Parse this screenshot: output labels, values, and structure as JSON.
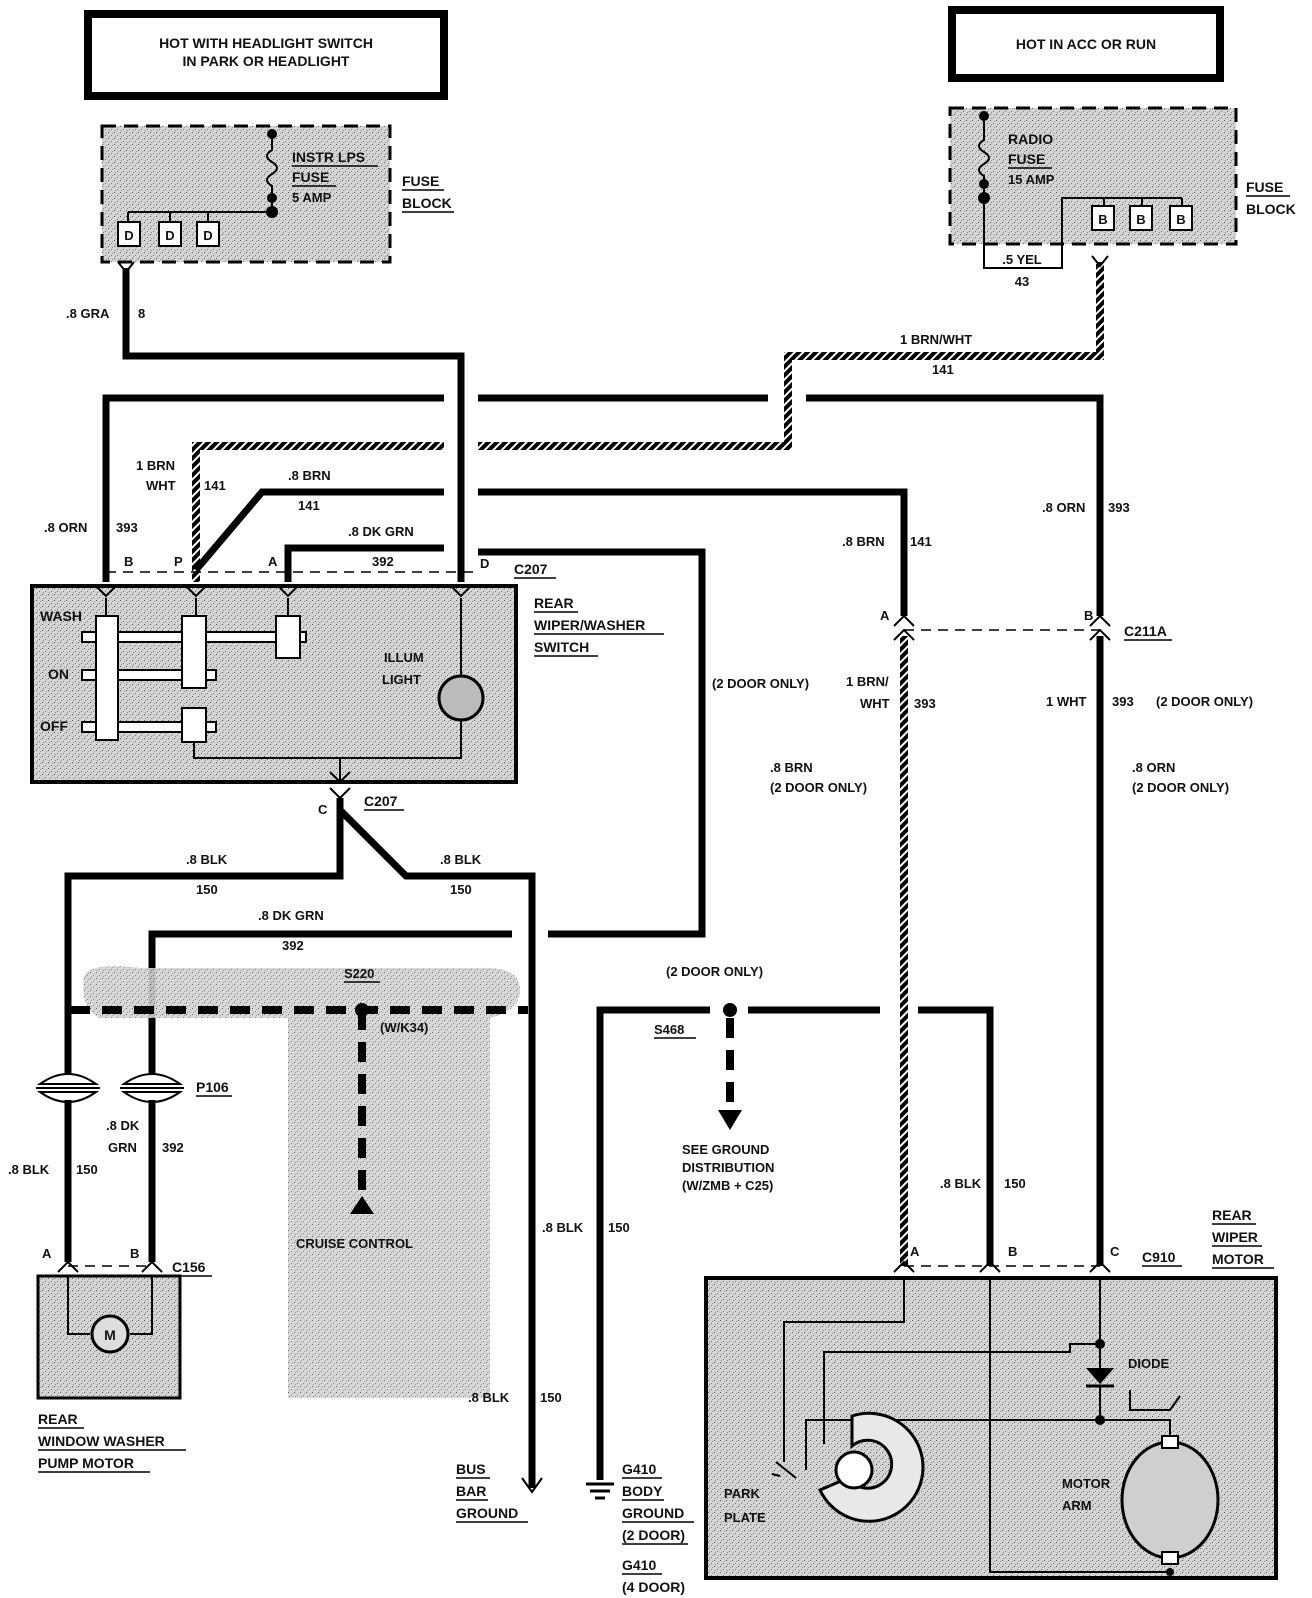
{
  "header_boxes": {
    "left_line1": "HOT WITH HEADLIGHT SWITCH",
    "left_line2": "IN PARK OR HEADLIGHT",
    "right": "HOT IN ACC OR RUN"
  },
  "fuse_block_left": {
    "fuse_line1": "INSTR LPS",
    "fuse_line2": "FUSE",
    "fuse_line3": "5 AMP",
    "block_line1": "FUSE",
    "block_line2": "BLOCK",
    "terminals": [
      "D",
      "D",
      "D"
    ]
  },
  "fuse_block_right": {
    "fuse_line1": "RADIO",
    "fuse_line2": "FUSE",
    "fuse_line3": "15 AMP",
    "block_line1": "FUSE",
    "block_line2": "BLOCK",
    "terminals": [
      "B",
      "B",
      "B"
    ],
    "yel_wire": ".5 YEL",
    "yel_circuit": "43"
  },
  "wires": {
    "gra": ".8 GRA",
    "gra_circuit": "8",
    "brn_wht_top": "1 BRN/WHT",
    "brn_wht_top_circuit": "141",
    "brn_wht_left1": "1 BRN",
    "brn_wht_left2": "WHT",
    "brn_wht_left_circuit": "141",
    "brn_mid": ".8 BRN",
    "brn_mid_circuit": "141",
    "orn_left": ".8 ORN",
    "orn_left_circuit": "393",
    "dkgrn_top": ".8 DK GRN",
    "dkgrn_top_circuit": "392",
    "brn_right": ".8 BRN",
    "brn_right_circuit": "141",
    "orn_right": ".8 ORN",
    "orn_right_circuit": "393",
    "two_door_only": "(2 DOOR ONLY)",
    "brn_wht_lower1": "1 BRN/",
    "brn_wht_lower2": "WHT",
    "brn_wht_lower_circuit": "393",
    "wht_lower": "1 WHT",
    "wht_lower_circuit": "393",
    "wht_lower_note": "(2 DOOR ONLY)",
    "brn_2door1": ".8 BRN",
    "brn_2door2": "(2 DOOR ONLY)",
    "orn_2door1": ".8 ORN",
    "orn_2door2": "(2 DOOR ONLY)",
    "blk_a": ".8 BLK",
    "blk_a_circuit": "150",
    "blk_b": ".8 BLK",
    "blk_b_circuit": "150",
    "dkgrn_mid": ".8 DK GRN",
    "dkgrn_mid_circuit": "392",
    "dkgrn_low1": ".8 DK",
    "dkgrn_low2": "GRN",
    "dkgrn_low_circuit": "392",
    "blk_low": ".8 BLK",
    "blk_low_circuit": "150",
    "blk_bus": ".8 BLK",
    "blk_bus_circuit": "150",
    "blk_g410": ".8 BLK",
    "blk_g410_circuit": "150",
    "blk_motor": ".8 BLK",
    "blk_motor_circuit": "150"
  },
  "switch": {
    "connector": "C207",
    "name1": "REAR",
    "name2": "WIPER/WASHER",
    "name3": "SWITCH",
    "pins": [
      "B",
      "P",
      "A",
      "D"
    ],
    "bottom_pin": "C",
    "bottom_connector": "C207",
    "pos_wash": "WASH",
    "pos_on": "ON",
    "pos_off": "OFF",
    "illum1": "ILLUM",
    "illum2": "LIGHT"
  },
  "connectors": {
    "c211a": "C211A",
    "c211a_pin_a": "A",
    "c211a_pin_b": "B",
    "p106": "P106",
    "c156": "C156",
    "c156_pin_a": "A",
    "c156_pin_b": "B",
    "c910": "C910",
    "c910_pins": [
      "A",
      "B",
      "C"
    ]
  },
  "splices": {
    "s220": "S220",
    "s220_note": "(W/K34)",
    "cruise": "CRUISE CONTROL",
    "s468": "S468",
    "s468_note": "(2 DOOR ONLY)",
    "see1": "SEE GROUND",
    "see2": "DISTRIBUTION",
    "see3": "(W/ZMB + C25)"
  },
  "washer_pump": {
    "motor_symbol": "M",
    "name1": "REAR",
    "name2": "WINDOW WASHER",
    "name3": "PUMP MOTOR"
  },
  "grounds": {
    "bus1": "BUS",
    "bus2": "BAR",
    "bus3": "GROUND",
    "g410_a": "G410",
    "g410_a2": "BODY",
    "g410_a3": "GROUND",
    "g410_a4": "(2 DOOR)",
    "g410_b": "G410",
    "g410_b2": "(4 DOOR)"
  },
  "wiper_motor": {
    "name1": "REAR",
    "name2": "WIPER",
    "name3": "MOTOR",
    "diode": "DIODE",
    "park1": "PARK",
    "park2": "PLATE",
    "motor1": "MOTOR",
    "motor2": "ARM"
  }
}
